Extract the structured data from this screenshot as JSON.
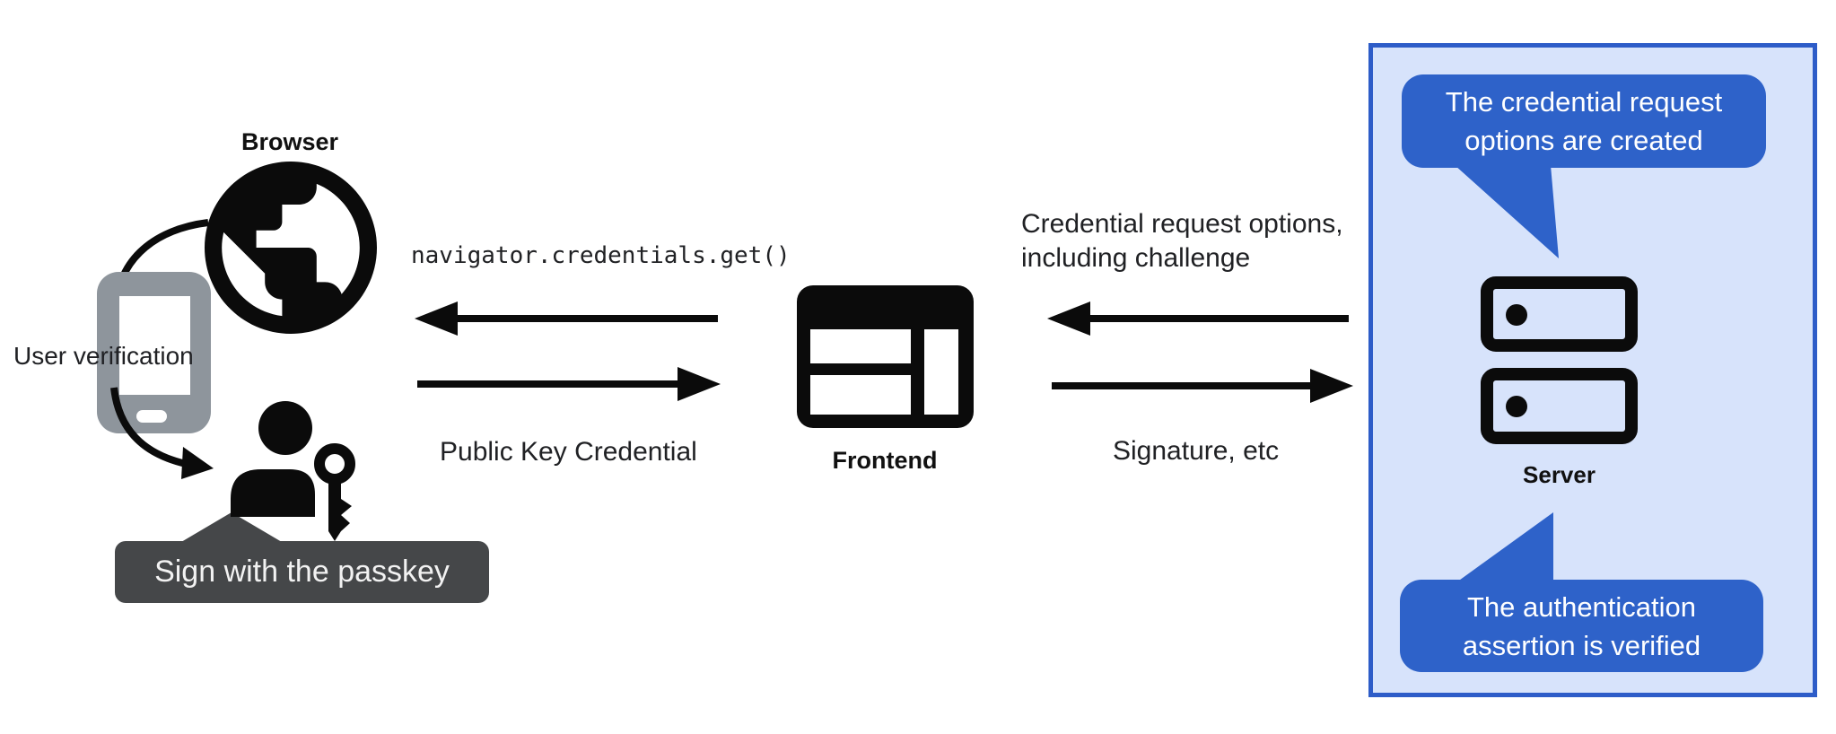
{
  "browser": {
    "label": "Browser",
    "user_verification": "User verification",
    "tooltip": "Sign with the passkey"
  },
  "frontend": {
    "label": "Frontend"
  },
  "server": {
    "label": "Server"
  },
  "messages": {
    "api_call": "navigator.credentials.get()",
    "public_key_credential": "Public Key Credential",
    "credential_request_line1": "Credential request options,",
    "credential_request_line2": "including challenge",
    "signature": "Signature, etc"
  },
  "callouts": {
    "top_line1": "The credential request",
    "top_line2": "options are created",
    "bottom_line1": "The authentication",
    "bottom_line2": "assertion is verified"
  },
  "colors": {
    "callout_blue": "#2e62c9",
    "panel_fill": "#d7e3fb",
    "panel_border": "#2d5cc8",
    "tooltip_gray": "#454749",
    "phone_gray": "#8e959c",
    "ink": "#0b0b0b"
  }
}
